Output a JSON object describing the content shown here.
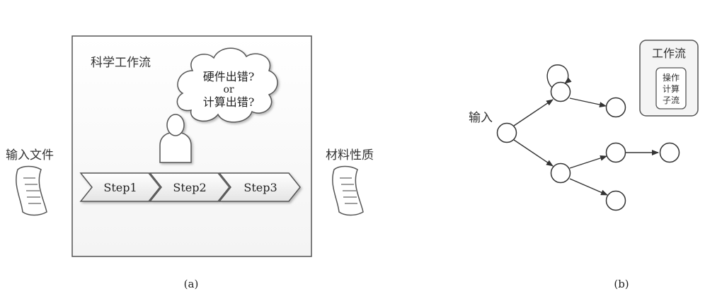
{
  "panel_a": {
    "title": "科学工作流",
    "cloud_line1": "硬件出错?",
    "cloud_line2": "or",
    "cloud_line3": "计算出错?",
    "steps": [
      "Step1",
      "Step2",
      "Step3"
    ],
    "input_label": "输入文件",
    "output_label": "材料性质",
    "caption": "(a)"
  },
  "panel_b": {
    "input_label": "输入",
    "legend_title": "工作流",
    "legend_inner_line1": "操作",
    "legend_inner_line2": "计算",
    "legend_inner_line3": "子流",
    "caption": "(b)"
  }
}
